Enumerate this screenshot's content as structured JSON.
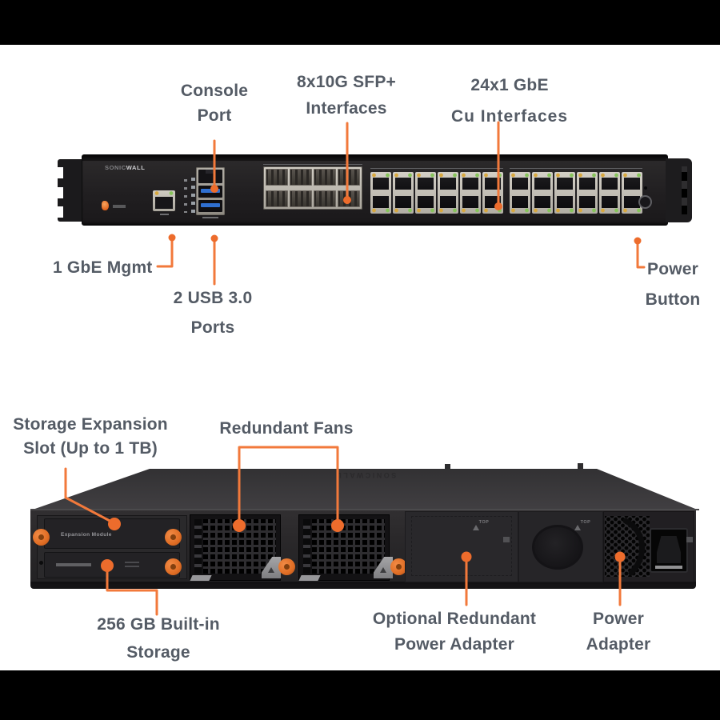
{
  "front": {
    "brand_sonic": "SONIC",
    "brand_wall": "WALL"
  },
  "rear": {
    "brand": "SONICWALL",
    "expansion_module": "Expansion Module",
    "top_marking": "TOP"
  },
  "callouts": {
    "console_port": {
      "line1": "Console",
      "line2": "Port"
    },
    "sfp": {
      "line1": "8x10G SFP+",
      "line2": "Interfaces"
    },
    "cu": {
      "line1": "24x1 GbE",
      "line2": "Cu Interfaces"
    },
    "mgmt": {
      "text": "1 GbE Mgmt"
    },
    "usb": {
      "line1": "2 USB 3.0",
      "line2": "Ports"
    },
    "power_button": {
      "line1": "Power",
      "line2": "Button"
    },
    "storage_slot": {
      "line1": "Storage Expansion",
      "line2": "Slot (Up to 1 TB)"
    },
    "fans": {
      "text": "Redundant Fans"
    },
    "builtin_storage": {
      "line1": "256 GB Built-in",
      "line2": "Storage"
    },
    "optional_psu": {
      "line1": "Optional Redundant",
      "line2": "Power Adapter"
    },
    "power_adapter": {
      "line1": "Power",
      "line2": "Adapter"
    }
  },
  "colors": {
    "accent": "#F2793B",
    "label_text": "#545B65"
  }
}
